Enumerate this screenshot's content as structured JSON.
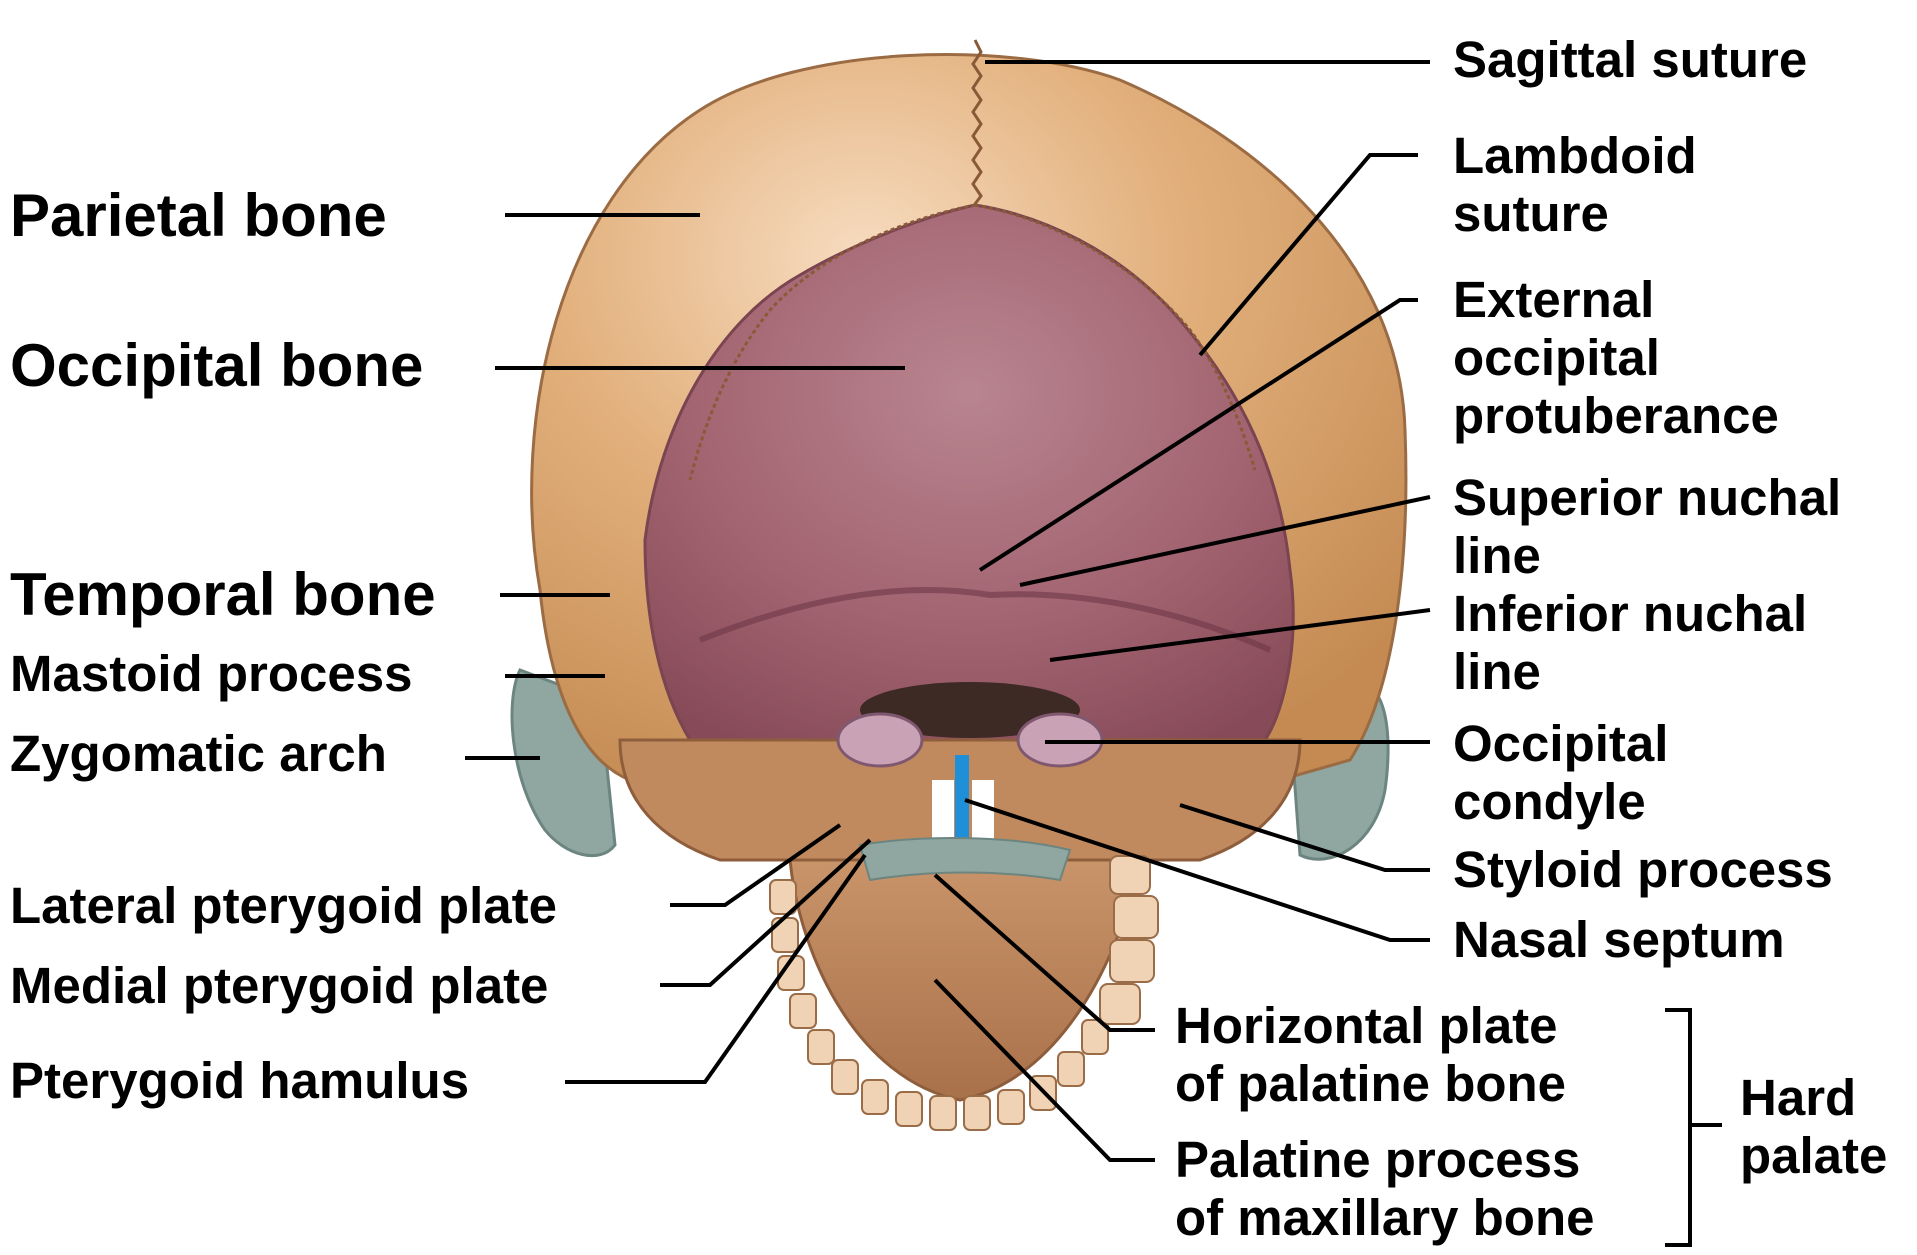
{
  "colors": {
    "parietal_bone": "#d9a46e",
    "occipital_bone": "#9c5d6a",
    "cartilage": "#8fa7a0",
    "septum": "#1f8fd8",
    "leader": "#000000"
  },
  "labels": {
    "left": {
      "parietal": "Parietal bone",
      "occipital": "Occipital bone",
      "temporal": "Temporal bone",
      "mastoid": "Mastoid process",
      "zygomatic": "Zygomatic arch",
      "lateral_pterygoid": "Lateral pterygoid plate",
      "medial_pterygoid": "Medial pterygoid plate",
      "hamulus": "Pterygoid hamulus"
    },
    "right": {
      "sagittal": "Sagittal suture",
      "lambdoid_1": "Lambdoid",
      "lambdoid_2": "suture",
      "ext_occ_1": "External",
      "ext_occ_2": "occipital",
      "ext_occ_3": "protuberance",
      "sup_nuchal_1": "Superior nuchal",
      "sup_nuchal_2": "line",
      "inf_nuchal_1": "Inferior nuchal",
      "inf_nuchal_2": "line",
      "condyle_1": "Occipital",
      "condyle_2": "condyle",
      "styloid": "Styloid process",
      "nasal_septum": "Nasal septum"
    },
    "bottom": {
      "horizontal_plate_1": "Horizontal plate",
      "horizontal_plate_2": "of palatine bone",
      "palatine_process_1": "Palatine process",
      "palatine_process_2": "of maxillary bone",
      "hard_palate_1": "Hard",
      "hard_palate_2": "palate"
    }
  }
}
